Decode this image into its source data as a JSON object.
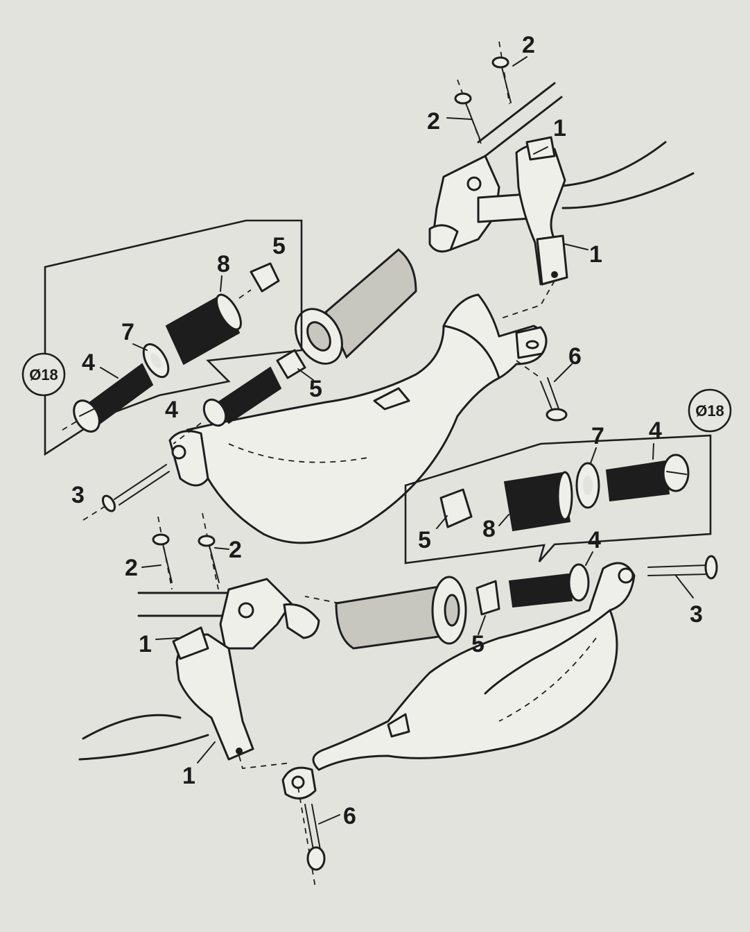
{
  "diagram": {
    "size_marker": "Ø18",
    "labels": {
      "clamp": "1",
      "clamp_screw": "2",
      "guard_screw": "3",
      "bar_end_insert": "4",
      "nut": "5",
      "guard_bolt": "6",
      "washer": "7",
      "spacer": "8"
    }
  }
}
